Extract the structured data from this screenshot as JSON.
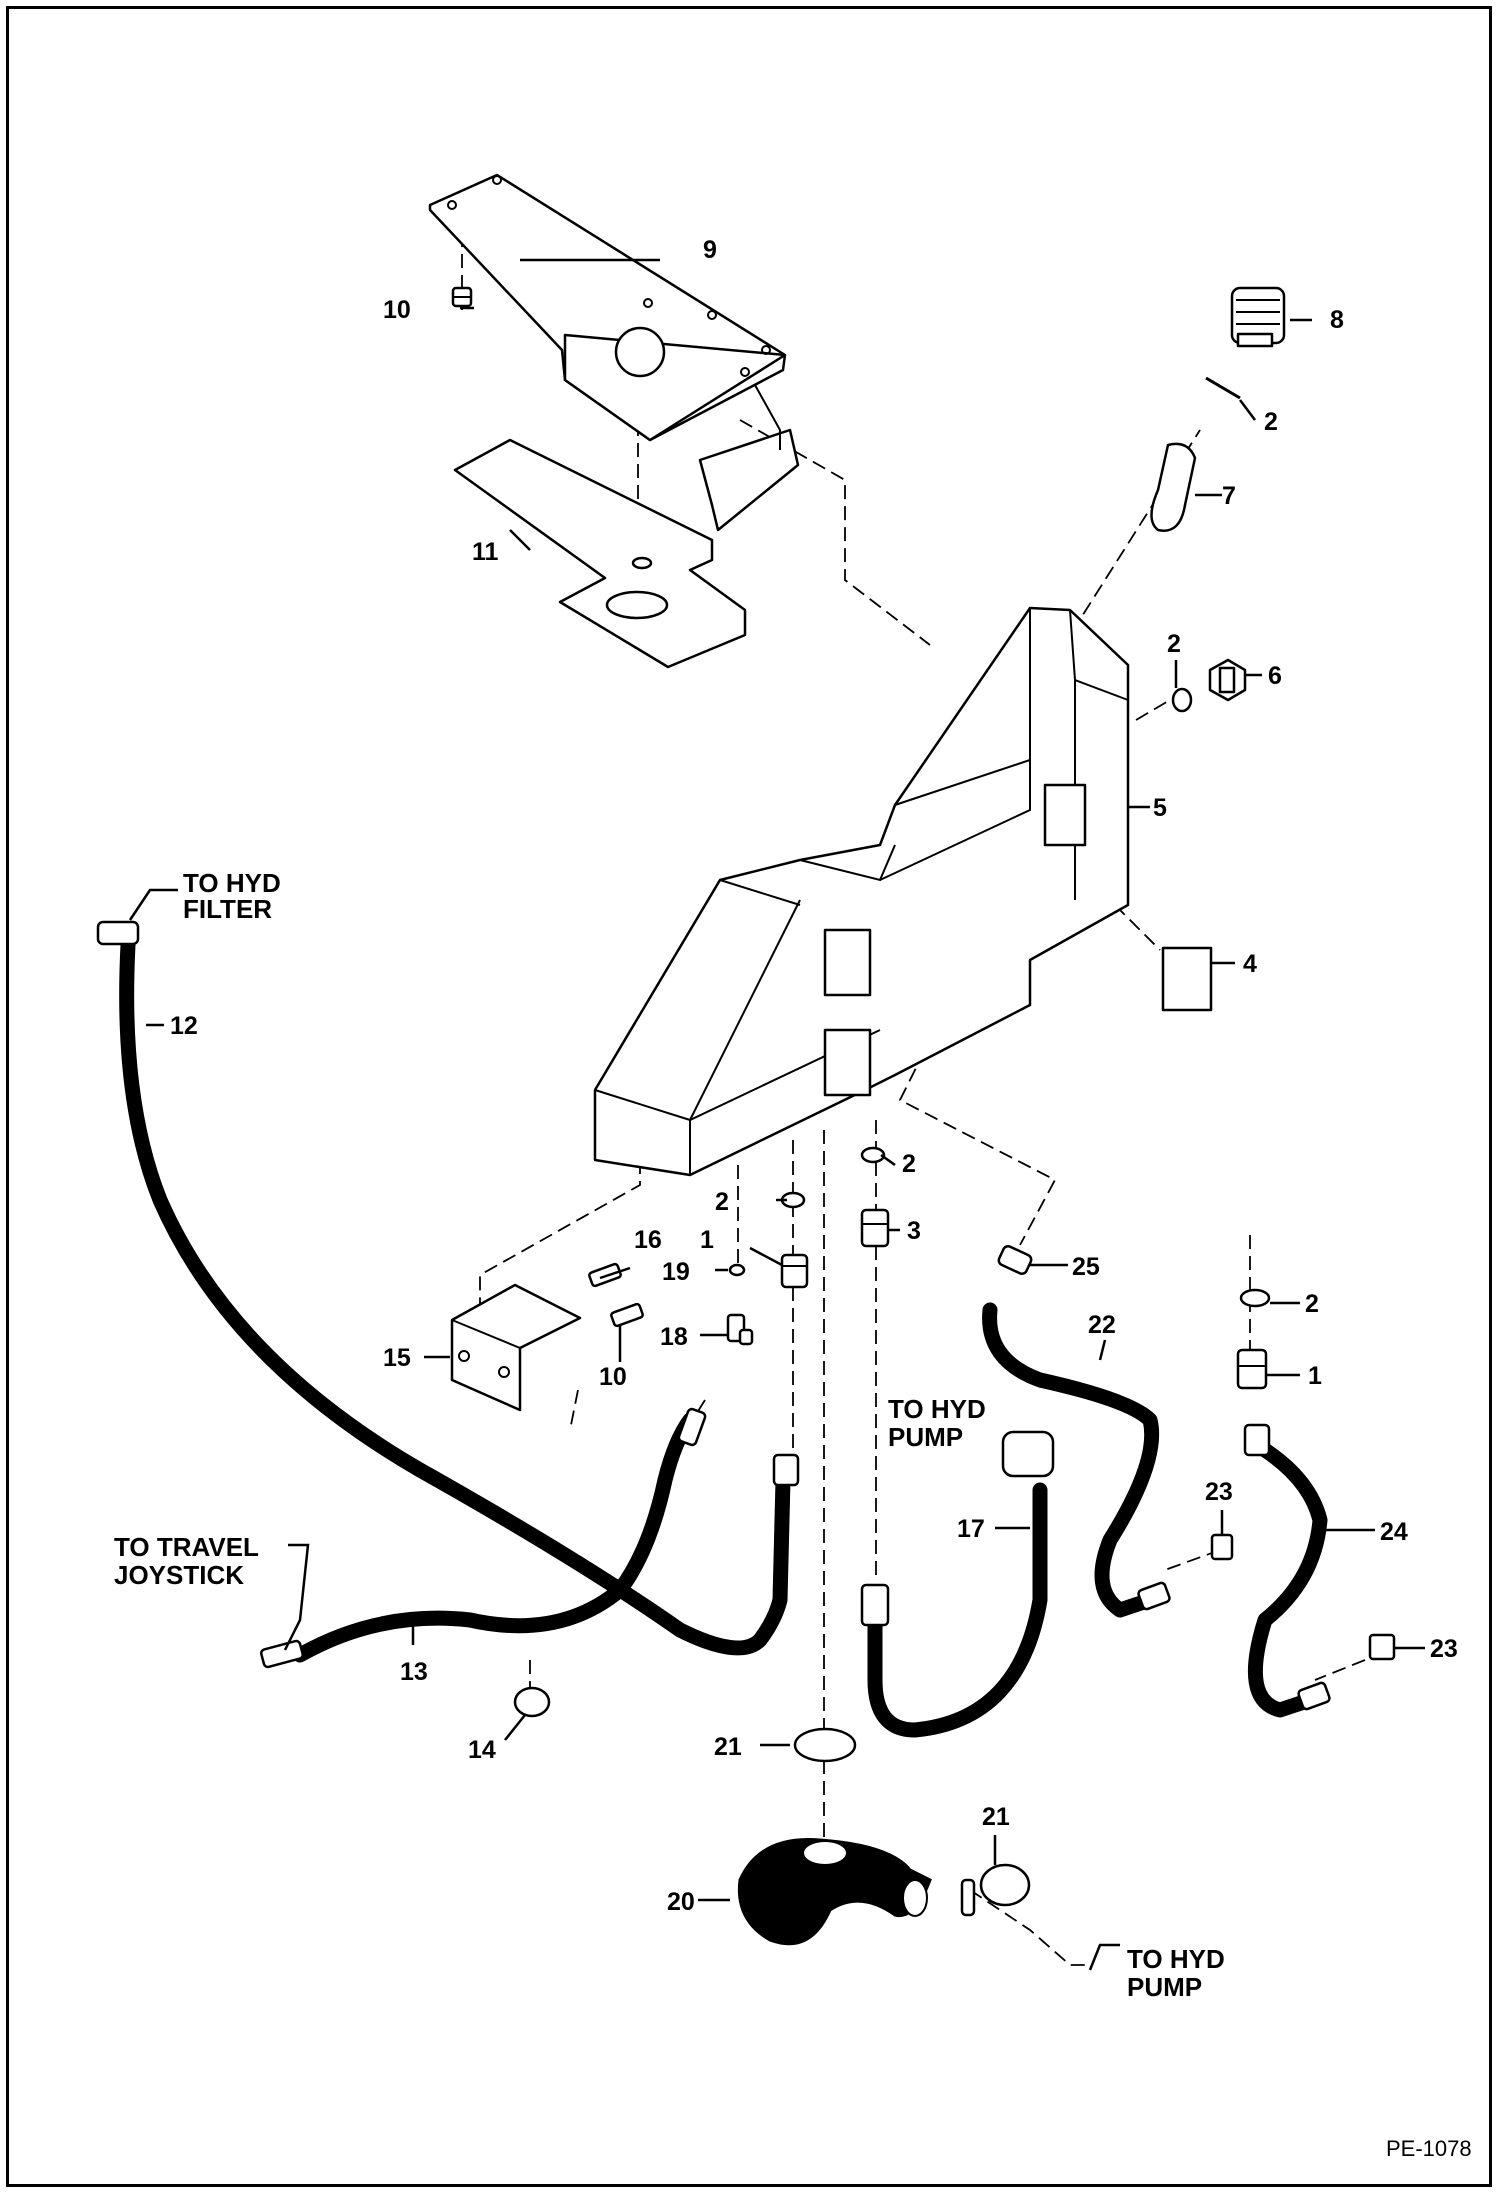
{
  "diagram": {
    "reference": "PE-1078",
    "callouts": {
      "c1a": "1",
      "c1b": "1",
      "c2a": "2",
      "c2b": "2",
      "c2c": "2",
      "c2d": "2",
      "c2e": "2",
      "c3": "3",
      "c4": "4",
      "c5": "5",
      "c6": "6",
      "c7": "7",
      "c8": "8",
      "c9": "9",
      "c10a": "10",
      "c10b": "10",
      "c11": "11",
      "c12": "12",
      "c13": "13",
      "c14": "14",
      "c15": "15",
      "c16": "16",
      "c17": "17",
      "c18": "18",
      "c19": "19",
      "c20": "20",
      "c21a": "21",
      "c21b": "21",
      "c22": "22",
      "c23a": "23",
      "c23b": "23",
      "c24": "24",
      "c25": "25"
    },
    "notes": {
      "hyd_filter": [
        "TO HYD",
        "FILTER"
      ],
      "travel_joystick": [
        "TO TRAVEL",
        "JOYSTICK"
      ],
      "hyd_pump_upper": [
        "TO HYD",
        "PUMP"
      ],
      "hyd_pump_lower": [
        "TO HYD",
        "PUMP"
      ]
    }
  }
}
